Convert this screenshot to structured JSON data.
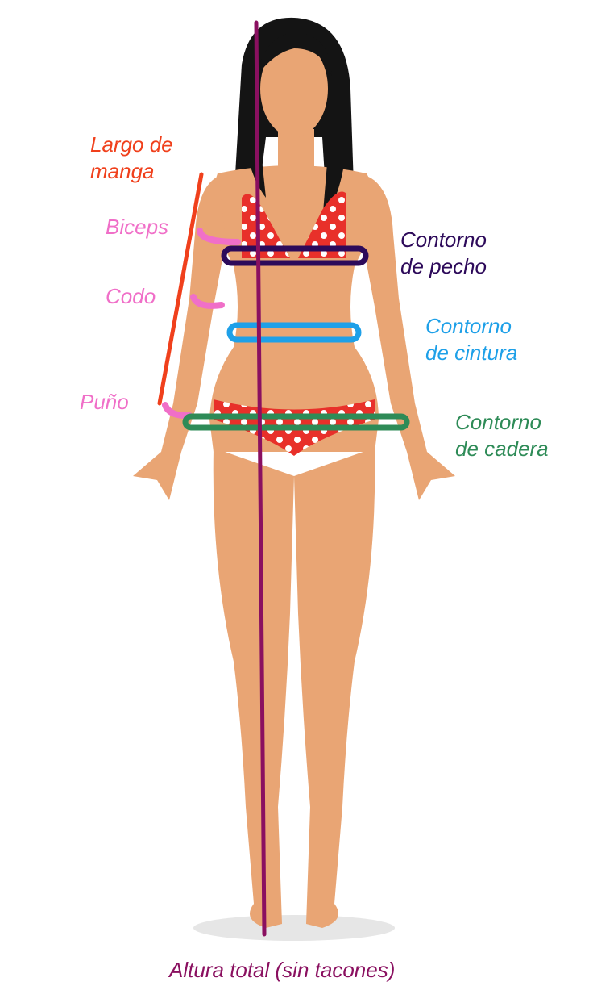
{
  "labels": {
    "sleeve_length": "Largo de\nmanga",
    "biceps": "Biceps",
    "elbow": "Codo",
    "wrist": "Puño",
    "chest": "Contorno\nde pecho",
    "waist": "Contorno\nde cintura",
    "hip": "Contorno\nde cadera",
    "height": "Altura total (sin tacones)"
  },
  "colors": {
    "sleeve_length": "#f0401c",
    "arm_rings": "#f06fc8",
    "chest": "#2d0a5a",
    "waist": "#1ea0e8",
    "hip": "#2e8b57",
    "height": "#8a1060",
    "skin": "#e9a574",
    "hair": "#141414",
    "bikini": "#e8302a"
  }
}
